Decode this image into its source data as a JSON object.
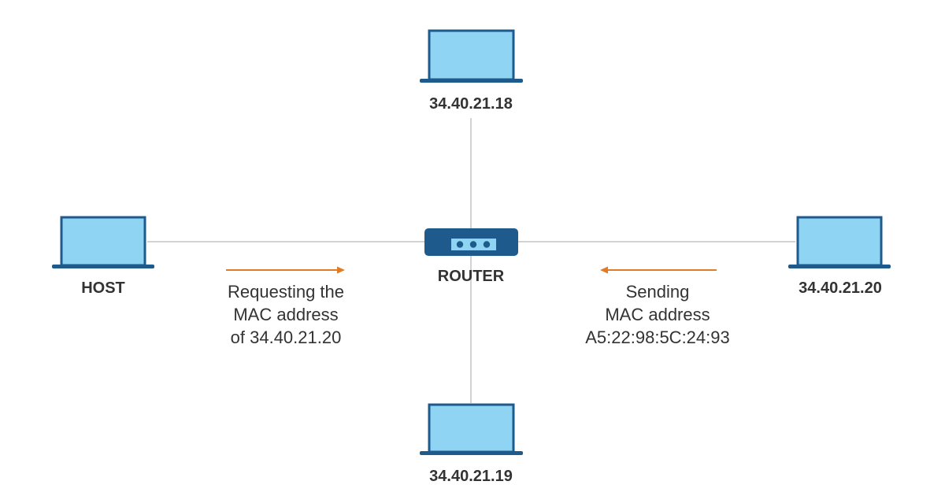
{
  "nodes": {
    "top": {
      "label": "34.40.21.18",
      "icon": "laptop-icon"
    },
    "bottom": {
      "label": "34.40.21.19",
      "icon": "laptop-icon"
    },
    "host": {
      "label": "HOST",
      "icon": "laptop-icon"
    },
    "right": {
      "label": "34.40.21.20",
      "icon": "laptop-icon"
    },
    "router": {
      "label": "ROUTER",
      "icon": "router-icon"
    }
  },
  "messages": {
    "request": {
      "lines": [
        "Requesting the",
        "MAC address",
        "of 34.40.21.20"
      ],
      "direction": "host-to-router"
    },
    "reply": {
      "lines": [
        "Sending",
        "MAC address",
        "A5:22:98:5C:24:93"
      ],
      "direction": "right-to-router"
    }
  },
  "colors": {
    "device_fill": "#8fd4f2",
    "device_stroke": "#1f5a8c",
    "link_line": "#d3d3d3",
    "arrow": "#e07b28",
    "text": "#333333"
  }
}
